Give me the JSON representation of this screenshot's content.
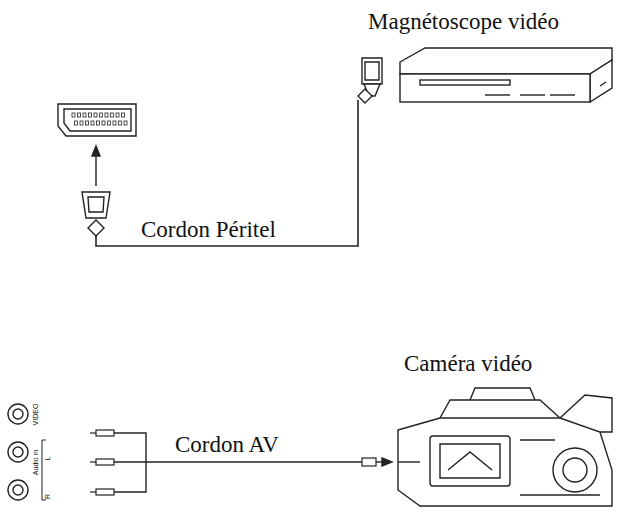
{
  "diagram": {
    "labels": [
      "Magnétoscope vidéo",
      "Cordon Péritel",
      "Caméra vidéo",
      "Cordon AV",
      "VIDEO",
      "Audio in",
      "L",
      "R"
    ]
  }
}
